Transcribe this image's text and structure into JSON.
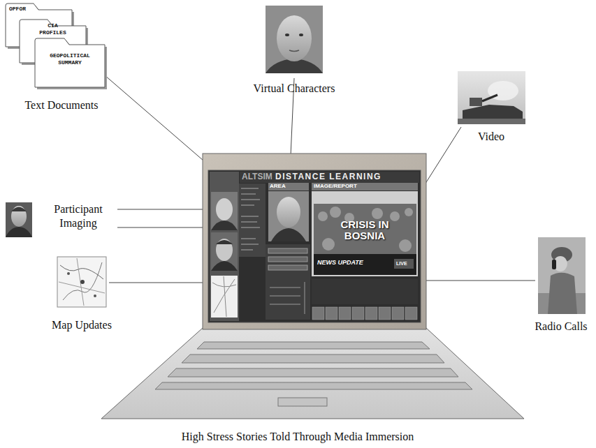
{
  "diagram": {
    "caption": "High Stress Stories Told Through Media Immersion",
    "nodes": [
      {
        "text": [
          "OPFOR"
        ]
      },
      {
        "text": [
          "CIA PROFILES"
        ]
      },
      {
        "text": [
          "GEOPOLITICAL SUMMARY"
        ]
      }
    ],
    "labels": [
      "Text Documents",
      "Virtual Characters",
      "Video",
      "Participant Imaging",
      "Map Updates",
      "Radio Calls",
      "ALTSIM",
      "DISTANCE LEARNING",
      "AREA",
      "IMAGE/REPORT",
      "CRISIS IN BOSNIA",
      "NEWS UPDATE",
      "LIVE"
    ]
  }
}
